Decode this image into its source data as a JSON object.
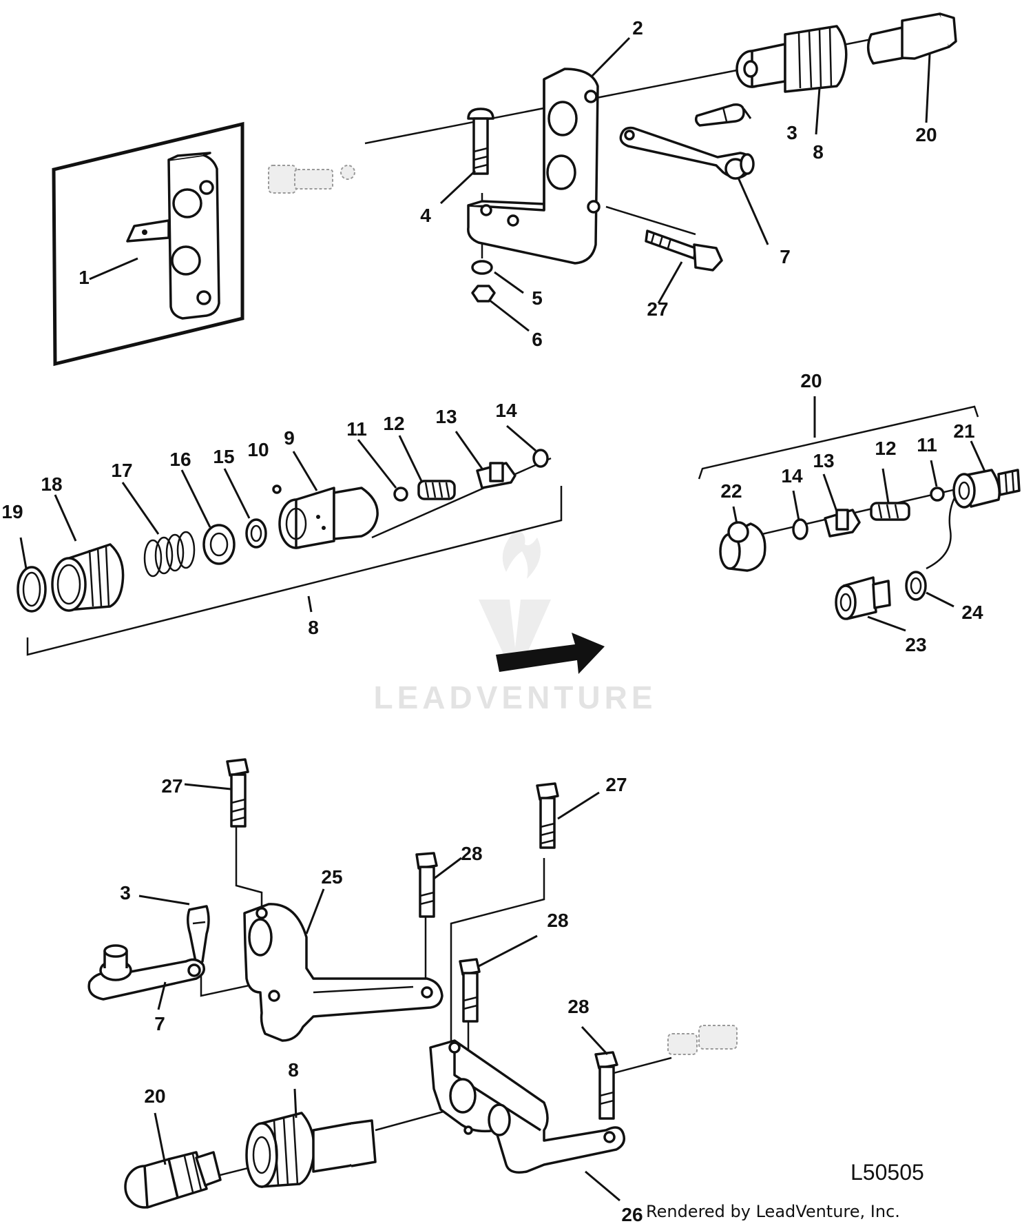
{
  "callouts": {
    "top_left": {
      "c1": "1"
    },
    "top": {
      "c2": "2",
      "c3": "3",
      "c4": "4",
      "c5": "5",
      "c6": "6",
      "c7": "7",
      "c8": "8",
      "c20": "20",
      "c27": "27"
    },
    "middle_left": {
      "c8": "8",
      "c9": "9",
      "c10": "10",
      "c11": "11",
      "c12": "12",
      "c13": "13",
      "c14": "14",
      "c15": "15",
      "c16": "16",
      "c17": "17",
      "c18": "18",
      "c19": "19"
    },
    "middle_right": {
      "c20": "20",
      "c21": "21",
      "c22": "22",
      "c14": "14",
      "c13": "13",
      "c12": "12",
      "c11": "11",
      "c23": "23",
      "c24": "24"
    },
    "bottom": {
      "c27a": "27",
      "c27b": "27",
      "c3": "3",
      "c25": "25",
      "c28a": "28",
      "c28b": "28",
      "c28c": "28",
      "c7": "7",
      "c20": "20",
      "c8": "8",
      "c26": "26"
    }
  },
  "figure_id": "L50505",
  "watermark": "LEADVENTURE",
  "credit": "Rendered by LeadVenture, Inc."
}
